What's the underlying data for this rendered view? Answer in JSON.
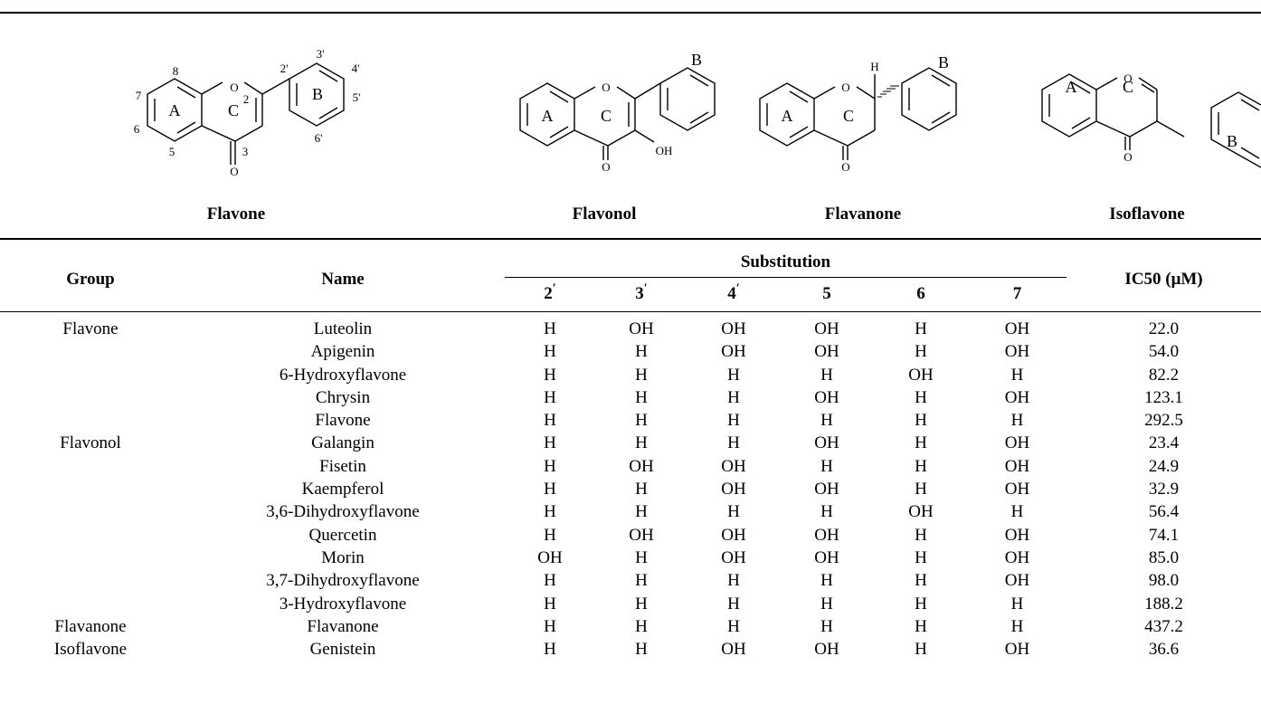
{
  "structures": [
    {
      "name": "Flavone"
    },
    {
      "name": "Flavonol"
    },
    {
      "name": "Flavanone"
    },
    {
      "name": "Isoflavone"
    }
  ],
  "ring_labels": {
    "a": "A",
    "b": "B",
    "c": "C",
    "o": "O",
    "oh": "OH",
    "h": "H"
  },
  "flavone_numbering": [
    "2",
    "3",
    "5",
    "6",
    "7",
    "8",
    "2'",
    "3'",
    "4'",
    "5'",
    "6'"
  ],
  "table": {
    "headers": {
      "group": "Group",
      "name": "Name",
      "substitution": "Substitution",
      "ic50": "IC50 (μM)",
      "positions": [
        "2",
        "3",
        "4",
        "5",
        "6",
        "7"
      ]
    },
    "rows": [
      {
        "group": "Flavone",
        "name": "Luteolin",
        "s": [
          "H",
          "OH",
          "OH",
          "OH",
          "H",
          "OH"
        ],
        "ic50": "22.0"
      },
      {
        "group": "",
        "name": "Apigenin",
        "s": [
          "H",
          "H",
          "OH",
          "OH",
          "H",
          "OH"
        ],
        "ic50": "54.0"
      },
      {
        "group": "",
        "name": "6-Hydroxyflavone",
        "s": [
          "H",
          "H",
          "H",
          "H",
          "OH",
          "H"
        ],
        "ic50": "82.2"
      },
      {
        "group": "",
        "name": "Chrysin",
        "s": [
          "H",
          "H",
          "H",
          "OH",
          "H",
          "OH"
        ],
        "ic50": "123.1"
      },
      {
        "group": "",
        "name": "Flavone",
        "s": [
          "H",
          "H",
          "H",
          "H",
          "H",
          "H"
        ],
        "ic50": "292.5"
      },
      {
        "group": "Flavonol",
        "name": "Galangin",
        "s": [
          "H",
          "H",
          "H",
          "OH",
          "H",
          "OH"
        ],
        "ic50": "23.4"
      },
      {
        "group": "",
        "name": "Fisetin",
        "s": [
          "H",
          "OH",
          "OH",
          "H",
          "H",
          "OH"
        ],
        "ic50": "24.9"
      },
      {
        "group": "",
        "name": "Kaempferol",
        "s": [
          "H",
          "H",
          "OH",
          "OH",
          "H",
          "OH"
        ],
        "ic50": "32.9"
      },
      {
        "group": "",
        "name": "3,6-Dihydroxyflavone",
        "s": [
          "H",
          "H",
          "H",
          "H",
          "OH",
          "H"
        ],
        "ic50": "56.4"
      },
      {
        "group": "",
        "name": "Quercetin",
        "s": [
          "H",
          "OH",
          "OH",
          "OH",
          "H",
          "OH"
        ],
        "ic50": "74.1"
      },
      {
        "group": "",
        "name": "Morin",
        "s": [
          "OH",
          "H",
          "OH",
          "OH",
          "H",
          "OH"
        ],
        "ic50": "85.0"
      },
      {
        "group": "",
        "name": "3,7-Dihydroxyflavone",
        "s": [
          "H",
          "H",
          "H",
          "H",
          "H",
          "OH"
        ],
        "ic50": "98.0"
      },
      {
        "group": "",
        "name": "3-Hydroxyflavone",
        "s": [
          "H",
          "H",
          "H",
          "H",
          "H",
          "H"
        ],
        "ic50": "188.2"
      },
      {
        "group": "Flavanone",
        "name": "Flavanone",
        "s": [
          "H",
          "H",
          "H",
          "H",
          "H",
          "H"
        ],
        "ic50": "437.2"
      },
      {
        "group": "Isoflavone",
        "name": "Genistein",
        "s": [
          "H",
          "H",
          "OH",
          "OH",
          "H",
          "OH"
        ],
        "ic50": "36.6"
      }
    ]
  }
}
